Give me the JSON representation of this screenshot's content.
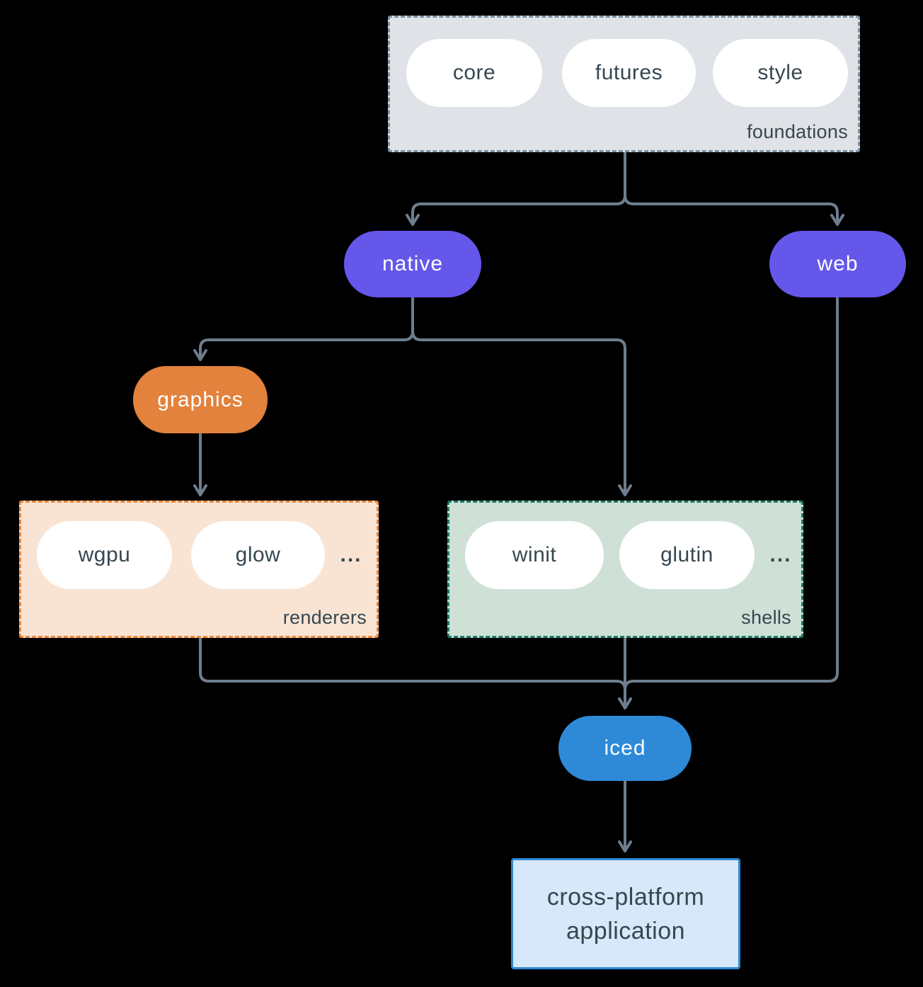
{
  "title": "iced ecosystem diagram",
  "colors": {
    "background": "#000000",
    "connector": "#6e7e8e",
    "text_dark": "#374750",
    "pill_white": "#ffffff",
    "purple": "#6557e9",
    "orange": "#e2823d",
    "blue": "#2e8ad7",
    "foundations_fill": "#dfe3e7",
    "foundations_border": "#7d90a2",
    "renderers_fill": "#f9e4d4",
    "renderers_border": "#e8883c",
    "shells_fill": "#cfe0d7",
    "shells_border": "#1f7a68",
    "app_fill": "#d6e8f9",
    "app_border": "#2d89d5"
  },
  "groups": {
    "foundations": {
      "label": "foundations",
      "pills": [
        "core",
        "futures",
        "style"
      ]
    },
    "renderers": {
      "label": "renderers",
      "pills": [
        "wgpu",
        "glow"
      ],
      "ellipsis": "..."
    },
    "shells": {
      "label": "shells",
      "pills": [
        "winit",
        "glutin"
      ],
      "ellipsis": "..."
    }
  },
  "nodes": {
    "native": "native",
    "web": "web",
    "graphics": "graphics",
    "iced": "iced",
    "app": {
      "line1": "cross-platform",
      "line2": "application"
    }
  },
  "edges": [
    "foundations->native",
    "foundations->web",
    "native->graphics",
    "native->shells",
    "graphics->renderers",
    "renderers->iced",
    "shells->iced",
    "web->iced",
    "iced->app"
  ]
}
